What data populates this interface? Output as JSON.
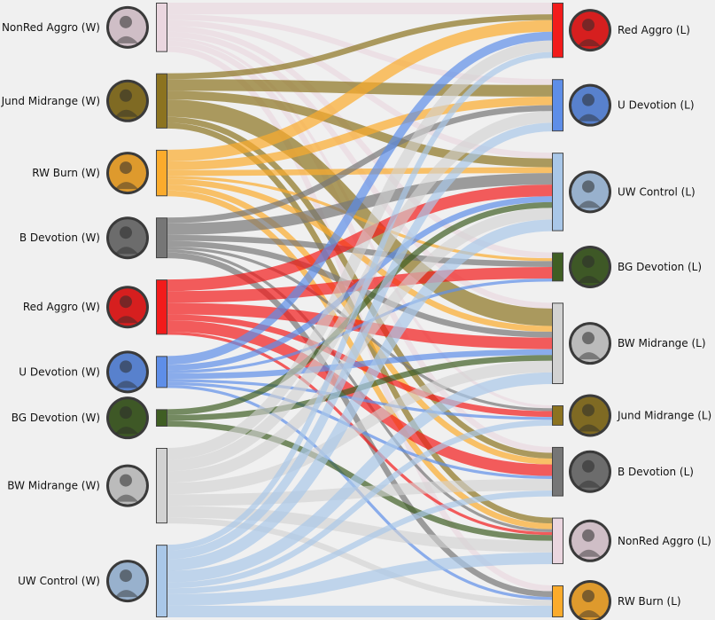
{
  "colors": {
    "nonred-aggro": "#ead6df",
    "jund-midrange": "#8c7320",
    "rw-burn": "#fbab2c",
    "b-devotion": "#767676",
    "red-aggro": "#f21b1b",
    "u-devotion": "#5e8ee8",
    "bg-devotion": "#3f5e23",
    "bw-midrange": "#d2d2d2",
    "uw-control": "#a9c7e8"
  },
  "left_nodes": [
    {
      "id": "nonred-aggro",
      "label": "NonRed Aggro (W)",
      "icon": "nonred-aggro-portrait-icon"
    },
    {
      "id": "jund-midrange",
      "label": "Jund Midrange (W)",
      "icon": "jund-midrange-portrait-icon"
    },
    {
      "id": "rw-burn",
      "label": "RW Burn (W)",
      "icon": "rw-burn-portrait-icon"
    },
    {
      "id": "b-devotion",
      "label": "B Devotion (W)",
      "icon": "b-devotion-portrait-icon"
    },
    {
      "id": "red-aggro",
      "label": "Red Aggro (W)",
      "icon": "red-aggro-portrait-icon"
    },
    {
      "id": "u-devotion",
      "label": "U Devotion (W)",
      "icon": "u-devotion-portrait-icon"
    },
    {
      "id": "bg-devotion",
      "label": "BG Devotion (W)",
      "icon": "bg-devotion-portrait-icon"
    },
    {
      "id": "bw-midrange",
      "label": "BW Midrange (W)",
      "icon": "bw-midrange-portrait-icon"
    },
    {
      "id": "uw-control",
      "label": "UW Control (W)",
      "icon": "uw-control-portrait-icon"
    }
  ],
  "right_nodes": [
    {
      "id": "red-aggro",
      "label": "Red Aggro (L)",
      "icon": "red-aggro-portrait-icon"
    },
    {
      "id": "u-devotion",
      "label": "U Devotion (L)",
      "icon": "u-devotion-portrait-icon"
    },
    {
      "id": "uw-control",
      "label": "UW Control (L)",
      "icon": "uw-control-portrait-icon"
    },
    {
      "id": "bg-devotion",
      "label": "BG Devotion (L)",
      "icon": "bg-devotion-portrait-icon"
    },
    {
      "id": "bw-midrange",
      "label": "BW Midrange (L)",
      "icon": "bw-midrange-portrait-icon"
    },
    {
      "id": "jund-midrange",
      "label": "Jund Midrange (L)",
      "icon": "jund-midrange-portrait-icon"
    },
    {
      "id": "b-devotion",
      "label": "B Devotion (L)",
      "icon": "b-devotion-portrait-icon"
    },
    {
      "id": "nonred-aggro",
      "label": "NonRed Aggro (L)",
      "icon": "nonred-aggro-portrait-icon"
    },
    {
      "id": "rw-burn",
      "label": "RW Burn (L)",
      "icon": "rw-burn-portrait-icon"
    }
  ],
  "flows": [
    {
      "from": "nonred-aggro",
      "to": "red-aggro",
      "value": 2
    },
    {
      "from": "nonred-aggro",
      "to": "u-devotion",
      "value": 1
    },
    {
      "from": "nonred-aggro",
      "to": "uw-control",
      "value": 1
    },
    {
      "from": "nonred-aggro",
      "to": "bg-devotion",
      "value": 1
    },
    {
      "from": "nonred-aggro",
      "to": "bw-midrange",
      "value": 1
    },
    {
      "from": "nonred-aggro",
      "to": "jund-midrange",
      "value": 0.5
    },
    {
      "from": "nonred-aggro",
      "to": "b-devotion",
      "value": 1
    },
    {
      "from": "nonred-aggro",
      "to": "rw-burn",
      "value": 1
    },
    {
      "from": "jund-midrange",
      "to": "red-aggro",
      "value": 1
    },
    {
      "from": "jund-midrange",
      "to": "u-devotion",
      "value": 2
    },
    {
      "from": "jund-midrange",
      "to": "uw-control",
      "value": 1.5
    },
    {
      "from": "jund-midrange",
      "to": "bw-midrange",
      "value": 3
    },
    {
      "from": "jund-midrange",
      "to": "b-devotion",
      "value": 1
    },
    {
      "from": "jund-midrange",
      "to": "nonred-aggro",
      "value": 1
    },
    {
      "from": "rw-burn",
      "to": "red-aggro",
      "value": 2
    },
    {
      "from": "rw-burn",
      "to": "u-devotion",
      "value": 1.5
    },
    {
      "from": "rw-burn",
      "to": "uw-control",
      "value": 1
    },
    {
      "from": "rw-burn",
      "to": "bg-devotion",
      "value": 0.5
    },
    {
      "from": "rw-burn",
      "to": "bw-midrange",
      "value": 1
    },
    {
      "from": "rw-burn",
      "to": "b-devotion",
      "value": 1
    },
    {
      "from": "rw-burn",
      "to": "nonred-aggro",
      "value": 1
    },
    {
      "from": "b-devotion",
      "to": "u-devotion",
      "value": 1
    },
    {
      "from": "b-devotion",
      "to": "uw-control",
      "value": 2
    },
    {
      "from": "b-devotion",
      "to": "bg-devotion",
      "value": 1
    },
    {
      "from": "b-devotion",
      "to": "bw-midrange",
      "value": 1
    },
    {
      "from": "b-devotion",
      "to": "jund-midrange",
      "value": 0.5
    },
    {
      "from": "b-devotion",
      "to": "nonred-aggro",
      "value": 0.5
    },
    {
      "from": "b-devotion",
      "to": "rw-burn",
      "value": 1
    },
    {
      "from": "red-aggro",
      "to": "uw-control",
      "value": 2
    },
    {
      "from": "red-aggro",
      "to": "bg-devotion",
      "value": 2
    },
    {
      "from": "red-aggro",
      "to": "bw-midrange",
      "value": 2
    },
    {
      "from": "red-aggro",
      "to": "jund-midrange",
      "value": 1
    },
    {
      "from": "red-aggro",
      "to": "b-devotion",
      "value": 2
    },
    {
      "from": "red-aggro",
      "to": "nonred-aggro",
      "value": 0.5
    },
    {
      "from": "u-devotion",
      "to": "red-aggro",
      "value": 1.5
    },
    {
      "from": "u-devotion",
      "to": "uw-control",
      "value": 1
    },
    {
      "from": "u-devotion",
      "to": "bg-devotion",
      "value": 0.5
    },
    {
      "from": "u-devotion",
      "to": "bw-midrange",
      "value": 1
    },
    {
      "from": "u-devotion",
      "to": "jund-midrange",
      "value": 0.5
    },
    {
      "from": "u-devotion",
      "to": "b-devotion",
      "value": 0.5
    },
    {
      "from": "u-devotion",
      "to": "rw-burn",
      "value": 0.5
    },
    {
      "from": "bg-devotion",
      "to": "uw-control",
      "value": 1
    },
    {
      "from": "bg-devotion",
      "to": "bw-midrange",
      "value": 1
    },
    {
      "from": "bg-devotion",
      "to": "nonred-aggro",
      "value": 1
    },
    {
      "from": "bw-midrange",
      "to": "red-aggro",
      "value": 2
    },
    {
      "from": "bw-midrange",
      "to": "u-devotion",
      "value": 2
    },
    {
      "from": "bw-midrange",
      "to": "uw-control",
      "value": 2
    },
    {
      "from": "bw-midrange",
      "to": "bw-midrange",
      "value": 2
    },
    {
      "from": "bw-midrange",
      "to": "b-devotion",
      "value": 2
    },
    {
      "from": "bw-midrange",
      "to": "nonred-aggro",
      "value": 2
    },
    {
      "from": "bw-midrange",
      "to": "rw-burn",
      "value": 1
    },
    {
      "from": "uw-control",
      "to": "red-aggro",
      "value": 1
    },
    {
      "from": "uw-control",
      "to": "u-devotion",
      "value": 1.5
    },
    {
      "from": "uw-control",
      "to": "uw-control",
      "value": 2
    },
    {
      "from": "uw-control",
      "to": "bw-midrange",
      "value": 2
    },
    {
      "from": "uw-control",
      "to": "jund-midrange",
      "value": 1
    },
    {
      "from": "uw-control",
      "to": "b-devotion",
      "value": 1
    },
    {
      "from": "uw-control",
      "to": "nonred-aggro",
      "value": 2
    },
    {
      "from": "uw-control",
      "to": "rw-burn",
      "value": 2
    }
  ]
}
